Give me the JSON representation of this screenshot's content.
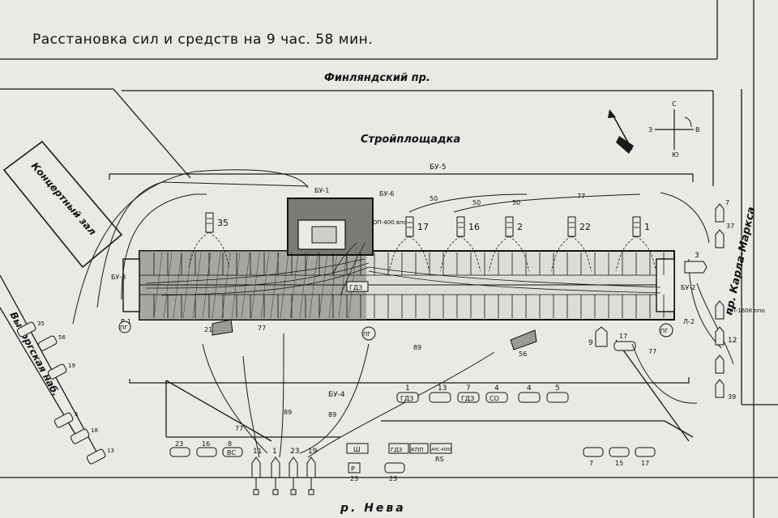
{
  "title": "Расстановка сил и средств на 9 час. 58 мин.",
  "streets": {
    "north": "Финляндский пр.",
    "east": "пр. Карла-Маркса",
    "west": "Выборгская наб.",
    "south": "р. Нева"
  },
  "areas": {
    "construction": "Стройплощадка",
    "concert_hall": "Концертный зал"
  },
  "compass": {
    "n": "С",
    "s": "Ю",
    "w": "З",
    "e": "В"
  },
  "combat_sectors": {
    "bu1": "БУ-1",
    "bu2": "БУ-2",
    "bu3": "БУ-3",
    "bu4": "БУ-4",
    "bu5": "БУ-5",
    "bu6": "БУ-6"
  },
  "ladders": {
    "l1": "Л-1",
    "l2": "Л-2"
  },
  "hydrants": [
    "ПГ",
    "ПГ",
    "ПГ"
  ],
  "hose_sizes": [
    "50",
    "50",
    "50",
    "77",
    "77",
    "77",
    "77",
    "89",
    "89",
    "89"
  ],
  "top_units": [
    {
      "num": "17",
      "label": "ОП-400 впо"
    },
    {
      "num": "16",
      "label": ""
    },
    {
      "num": "2",
      "label": ""
    },
    {
      "num": "22",
      "label": ""
    },
    {
      "num": "1",
      "label": ""
    },
    {
      "num": "35",
      "label": ""
    }
  ],
  "center_labels": {
    "gdzs": "ГДЗ",
    "unit_21": "21",
    "unit_56": "56",
    "unit_9": "9",
    "unit_17b": "17",
    "unit_3": "3"
  },
  "east_units": {
    "op": "ОП-1608 ппо",
    "u37": "37",
    "u12": "12",
    "u39": "39",
    "u7": "7"
  },
  "row_vehicles": [
    {
      "num": "1",
      "type": "ГДЗ"
    },
    {
      "num": "13",
      "type": ""
    },
    {
      "num": "7",
      "type": "ГДЗ"
    },
    {
      "num": "4",
      "type": "СО"
    },
    {
      "num": "4",
      "type": ""
    },
    {
      "num": "5",
      "type": ""
    }
  ],
  "south_left": [
    {
      "num": "23",
      "type": ""
    },
    {
      "num": "16",
      "type": ""
    },
    {
      "num": "8",
      "type": "ВС"
    }
  ],
  "south_pumps": [
    "11",
    "1",
    "23",
    "19"
  ],
  "south_specials": {
    "sh": "Ш",
    "gdz": "ГДЗ",
    "kpp": "КПП",
    "ans": "АНС-4000",
    "rs": "RS",
    "r23_a": "Р",
    "r23_b": "23",
    "r23_c": "23"
  },
  "south_right": [
    "7",
    "15",
    "17"
  ],
  "west_units": [
    "35",
    "56",
    "19",
    "5",
    "18",
    "13"
  ]
}
